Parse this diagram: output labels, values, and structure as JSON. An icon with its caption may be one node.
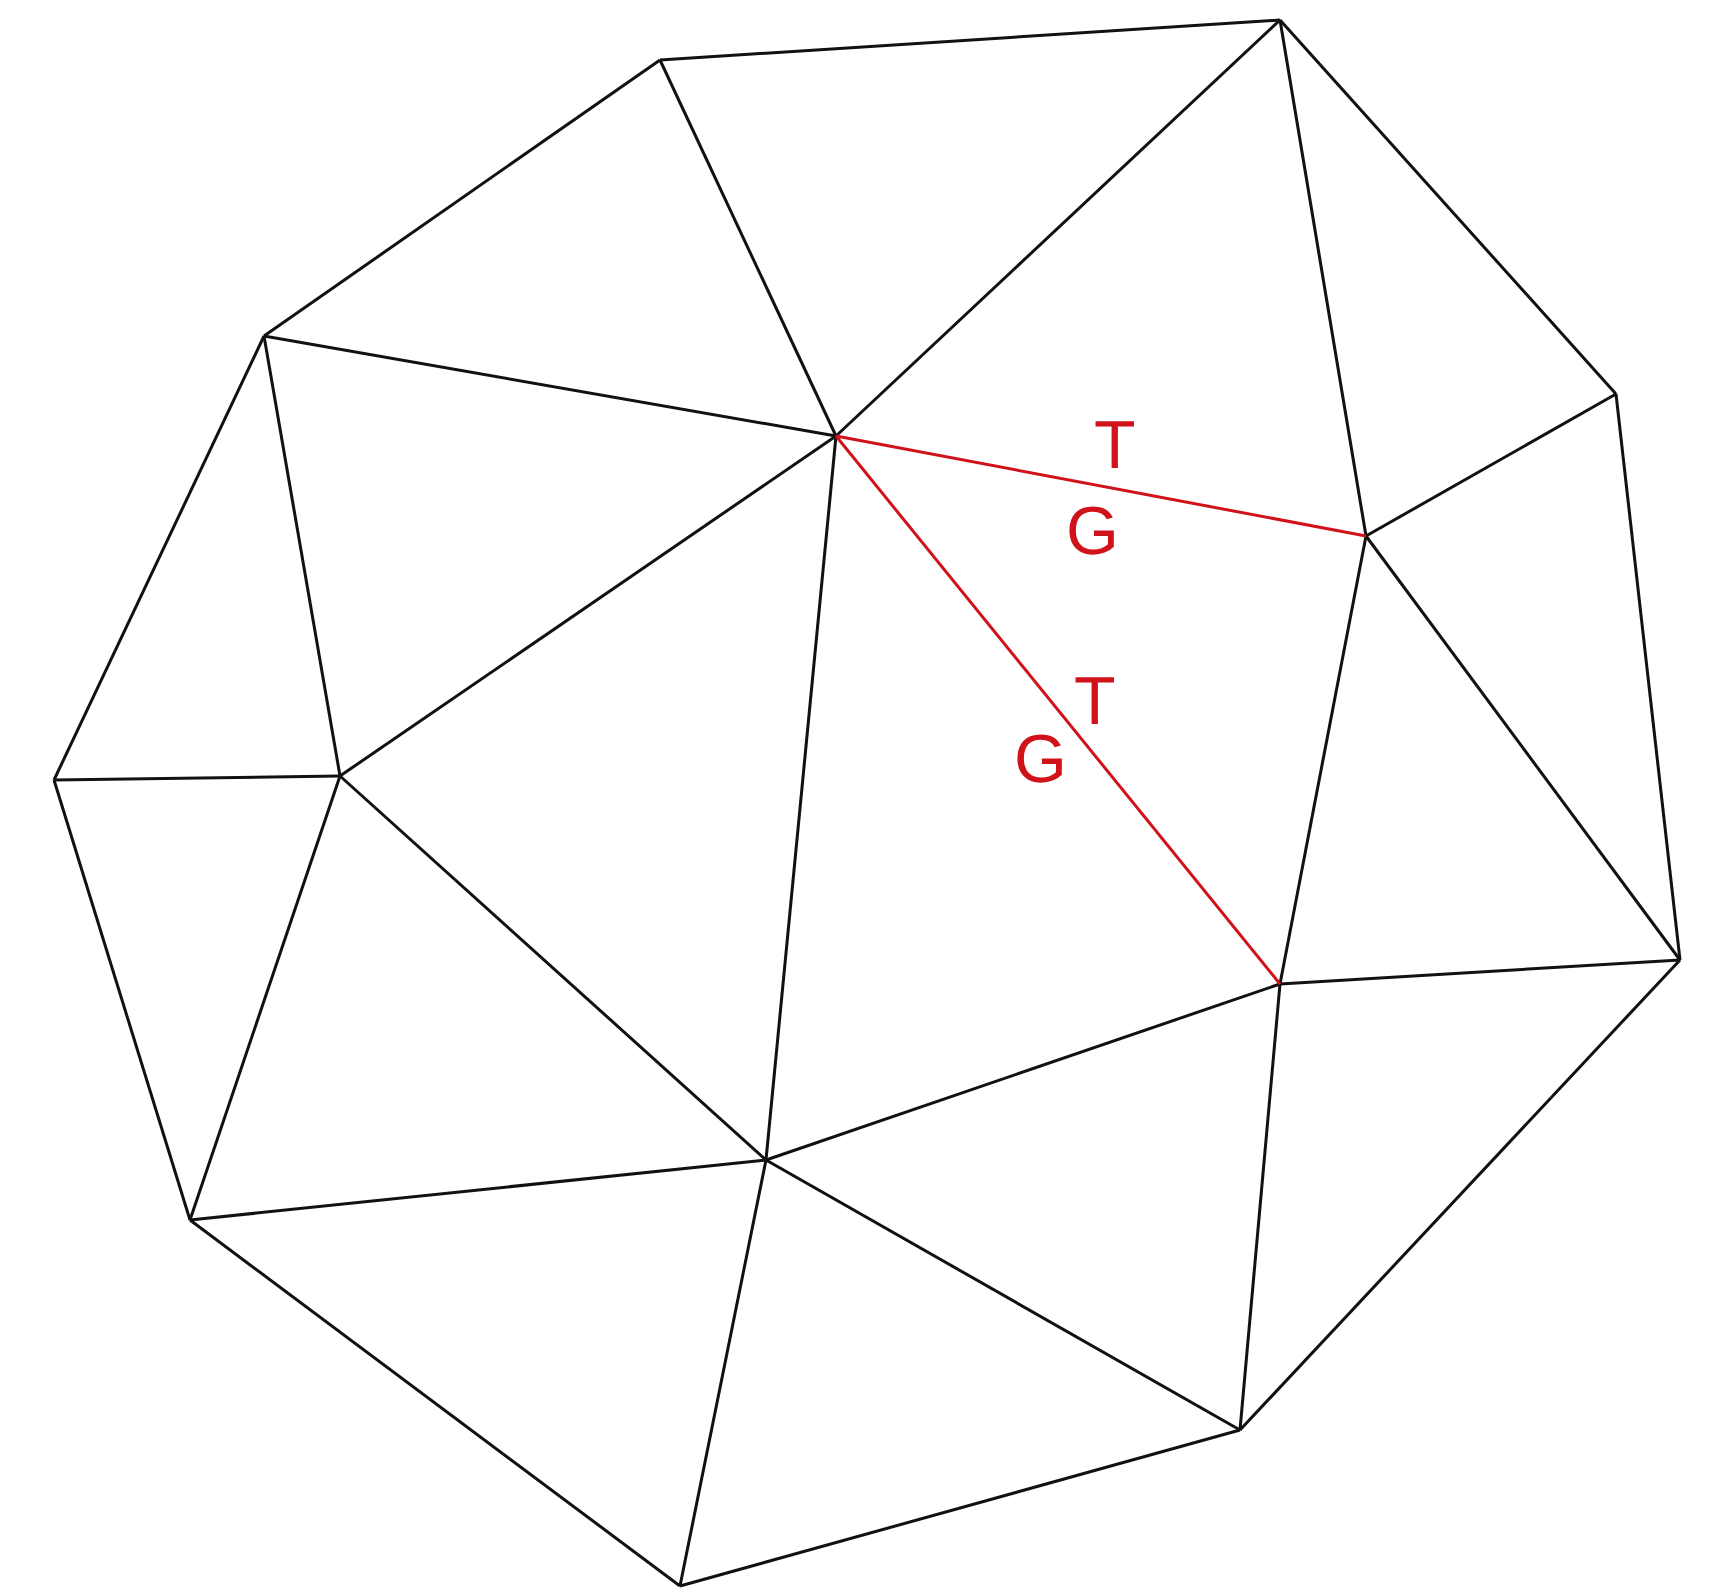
{
  "diagram": {
    "labels": [
      "T",
      "G",
      "T",
      "G"
    ]
  }
}
